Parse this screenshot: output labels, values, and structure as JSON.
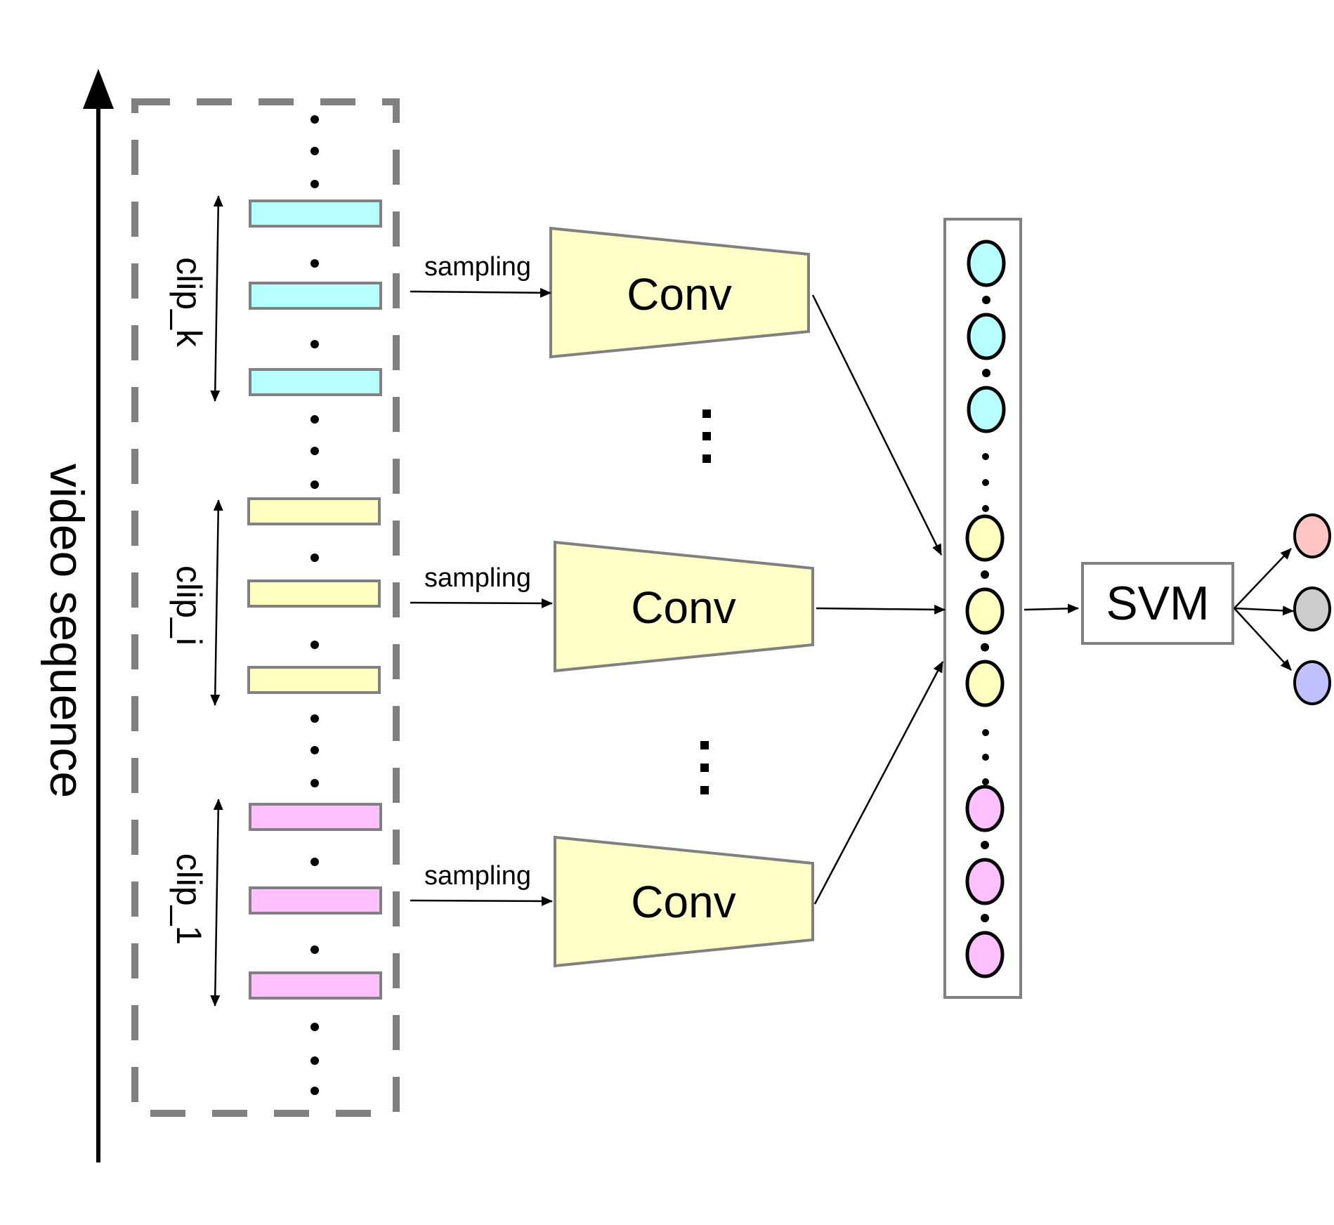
{
  "axis": {
    "label": "video sequence"
  },
  "clips": [
    {
      "name": "clip_k",
      "color": "#B8FFFF",
      "sampling_label": "sampling",
      "conv_label": "Conv"
    },
    {
      "name": "clip_i",
      "color": "#FFFFC0",
      "sampling_label": "sampling",
      "conv_label": "Conv"
    },
    {
      "name": "clip_1",
      "color": "#FFC0FF",
      "sampling_label": "sampling",
      "conv_label": "Conv"
    }
  ],
  "conv_color": "#FFFFC8",
  "classifier": {
    "label": "SVM"
  },
  "outputs": [
    {
      "color": "#FFC4C4"
    },
    {
      "color": "#CCCCCC"
    },
    {
      "color": "#C0C0FF"
    }
  ],
  "colors": {
    "border_gray": "#808080",
    "stroke": "#000000"
  }
}
